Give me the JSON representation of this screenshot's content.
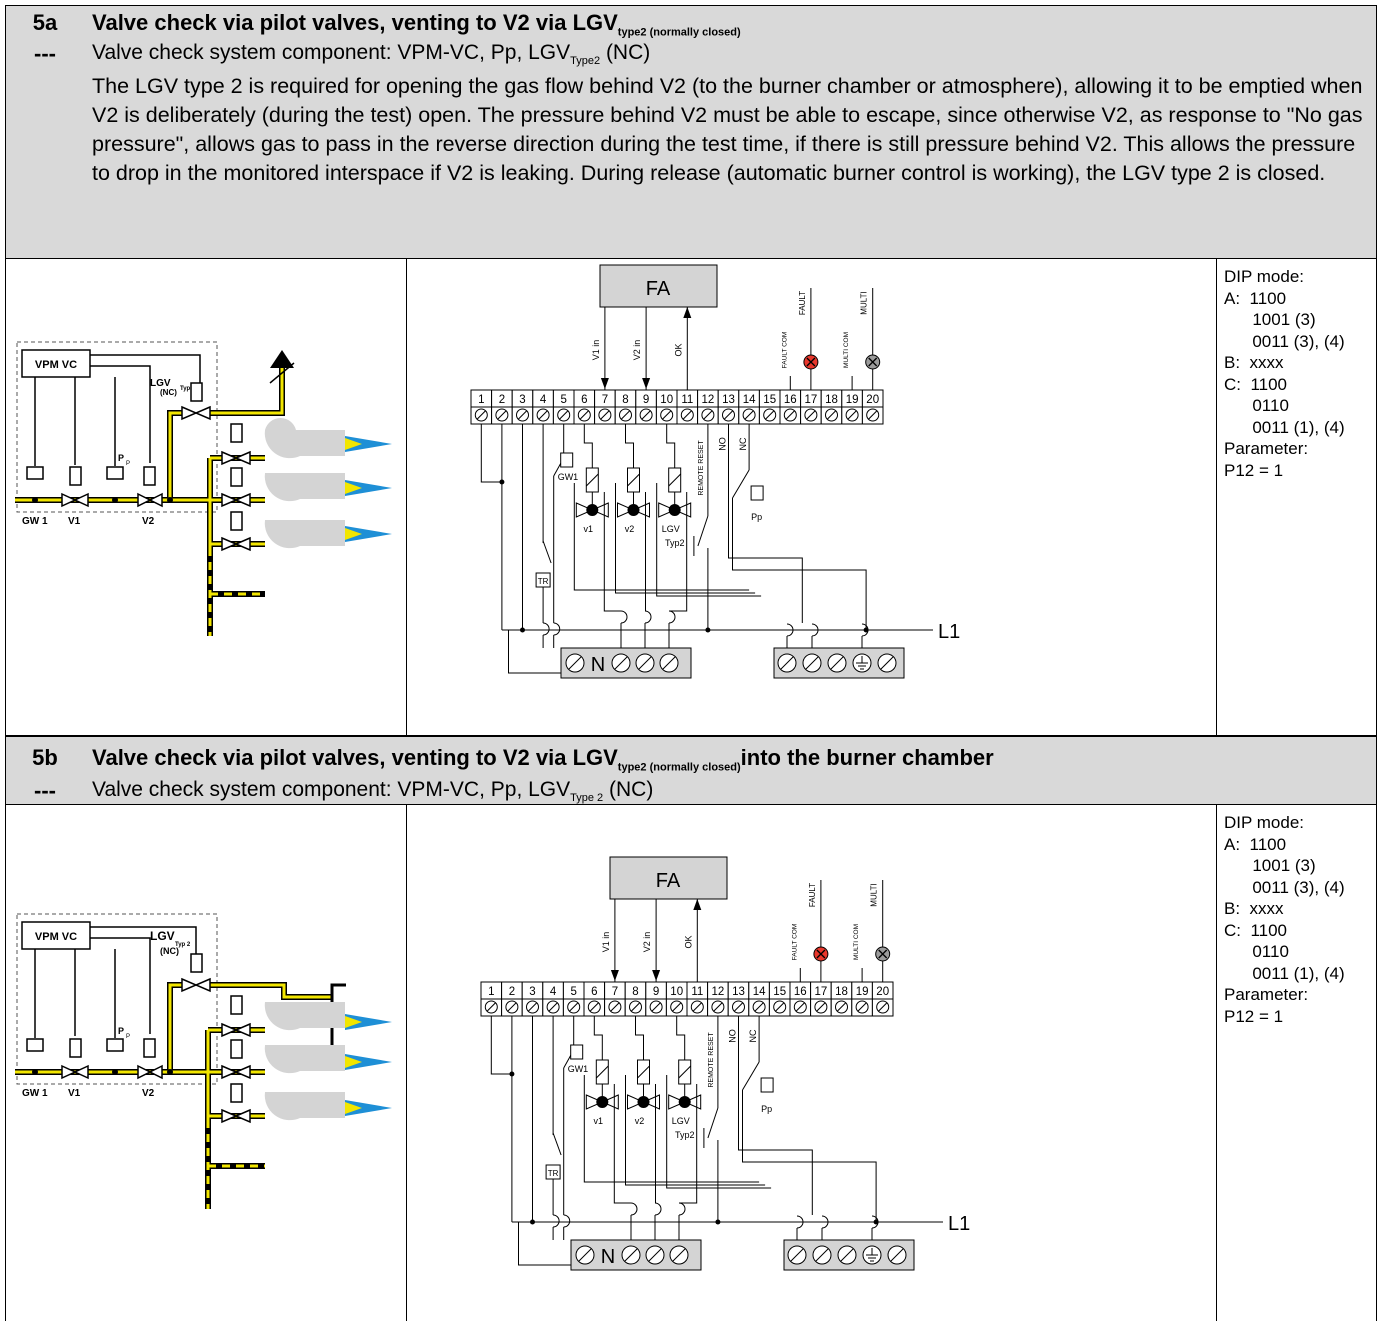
{
  "sections": [
    {
      "code": "5a",
      "dash": "---",
      "title_main": "Valve check via pilot valves, venting to V2 via LGV",
      "title_sub": "type2 (normally closed)",
      "title_tail": "",
      "component_prefix": "Valve check system component: VPM-VC, Pp, LGV",
      "component_sub": "Type2",
      "component_suffix": " (NC)",
      "description": "The LGV type 2 is required for opening the gas flow behind V2 (to the burner chamber or atmosphere), allowing it to be emptied when V2 is deliberately (during the test) open. The pressure behind V2 must be able to escape, since otherwise V2, as response to \"No gas pressure\", allows gas to pass in the reverse direction during the test time, if there is still pressure behind V2. This allows the pressure to drop in the monitored interspace if V2 is leaking. During release (automatic burner control is working), the LGV type 2 is closed.",
      "dip": "DIP mode:\nA:  1100\n      1001 (3)\n      0011 (3), (4)\nB:  xxxx\nC:  1100\n      0110\n      0011 (1), (4)\nParameter:\nP12 = 1"
    },
    {
      "code": "5b",
      "dash": "---",
      "title_main": "Valve check via pilot valves, venting to V2 via LGV",
      "title_sub": "type2 (normally closed)",
      "title_tail": "into the burner chamber",
      "component_prefix": "Valve check system component: VPM-VC, Pp, LGV",
      "component_sub": "Type 2",
      "component_suffix": " (NC)",
      "description": "",
      "dip": "DIP mode:\nA:  1100\n      1001 (3)\n      0011 (3), (4)\nB:  xxxx\nC:  1100\n      0110\n      0011 (1), (4)\nParameter:\nP12 = 1"
    }
  ],
  "schematic": {
    "vpm": "VPM VC",
    "lgv": "LGV",
    "lgv_typ": "Typ 2",
    "lgv_nc": "(NC)",
    "p": "P",
    "p_sub": "P",
    "gw1": "GW 1",
    "v1": "V1",
    "v2": "V2"
  },
  "wiring": {
    "fa": "FA",
    "v1in": "V1  in",
    "v2in": "V2  in",
    "ok": "OK",
    "fault_com": "FAULT  COM",
    "fault": "FAULT",
    "multi_com": "MULTI COM",
    "multi": "MULTI",
    "terminals": [
      "1",
      "2",
      "3",
      "4",
      "5",
      "6",
      "7",
      "8",
      "9",
      "10",
      "11",
      "12",
      "13",
      "14",
      "15",
      "16",
      "17",
      "18",
      "19",
      "20"
    ],
    "remote_reset": "REMOTE  RESET",
    "no": "NO",
    "nc": "NC",
    "gw1": "GW1",
    "pp": "Pp",
    "v1": "v1",
    "v2": "v2",
    "lgv": "LGV",
    "typ2": "Typ2",
    "tr": "TR",
    "n": "N",
    "l1": "L1"
  },
  "colors": {
    "header_gray": "#d9d9d9",
    "gas_yellow": "#f2e600",
    "fault_red": "#e8372c",
    "multi_gray": "#9b9b9b",
    "flame_blue": "#1e8fd6",
    "burner_gray": "#d4d4d4"
  }
}
